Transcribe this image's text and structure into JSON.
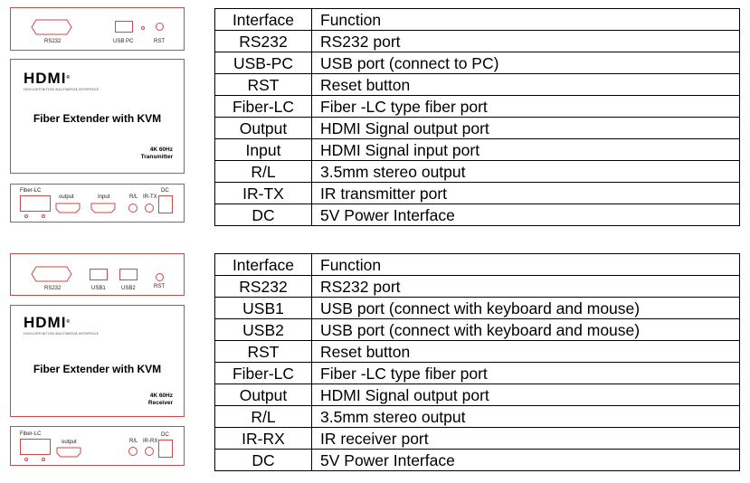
{
  "transmitter": {
    "top_panel": {
      "rs232": "RS232",
      "usb_pc": "USB PC",
      "rst": "RST"
    },
    "front": {
      "logo": "HDMI",
      "logo_sub": "HIGH-DEFINITION MULTIMEDIA INTERFACE",
      "title": "Fiber Extender with KVM",
      "res_line1": "4K 60Hz",
      "res_line2": "Transmitter"
    },
    "rear_panel": {
      "fiber_lc": "Fiber-LC",
      "output": "output",
      "input": "Input",
      "rl": "R/L",
      "ir": "IR-TX",
      "dc": "DC"
    },
    "table": {
      "header": [
        "Interface",
        "Function"
      ],
      "rows": [
        [
          "RS232",
          "RS232 port"
        ],
        [
          "USB-PC",
          "USB port (connect to PC)"
        ],
        [
          "RST",
          "Reset button"
        ],
        [
          "Fiber-LC",
          "Fiber -LC type fiber port"
        ],
        [
          "Output",
          "HDMI Signal output port"
        ],
        [
          "Input",
          "HDMI Signal input port"
        ],
        [
          "R/L",
          "3.5mm stereo output"
        ],
        [
          "IR-TX",
          "IR transmitter port"
        ],
        [
          "DC",
          "5V Power Interface"
        ]
      ]
    }
  },
  "receiver": {
    "top_panel": {
      "rs232": "RS232",
      "usb1": "USB1",
      "usb2": "USB2",
      "rst": "RST"
    },
    "front": {
      "logo": "HDMI",
      "logo_sub": "HIGH-DEFINITION MULTIMEDIA INTERFACE",
      "title": "Fiber Extender with KVM",
      "res_line1": "4K 60Hz",
      "res_line2": "Receiver"
    },
    "rear_panel": {
      "fiber_lc": "Fiber-LC",
      "output": "output",
      "rl": "R/L",
      "ir": "IR-RX",
      "dc": "DC"
    },
    "table": {
      "header": [
        "Interface",
        "Function"
      ],
      "rows": [
        [
          "RS232",
          "RS232 port"
        ],
        [
          "USB1",
          "USB port (connect with keyboard and mouse)"
        ],
        [
          "USB2",
          "USB port (connect with keyboard and mouse)"
        ],
        [
          "RST",
          "Reset button"
        ],
        [
          "Fiber-LC",
          "Fiber -LC type fiber port"
        ],
        [
          "Output",
          "HDMI Signal output port"
        ],
        [
          "R/L",
          "3.5mm stereo output"
        ],
        [
          "IR-RX",
          "IR receiver port"
        ],
        [
          "DC",
          "5V Power Interface"
        ]
      ]
    }
  }
}
